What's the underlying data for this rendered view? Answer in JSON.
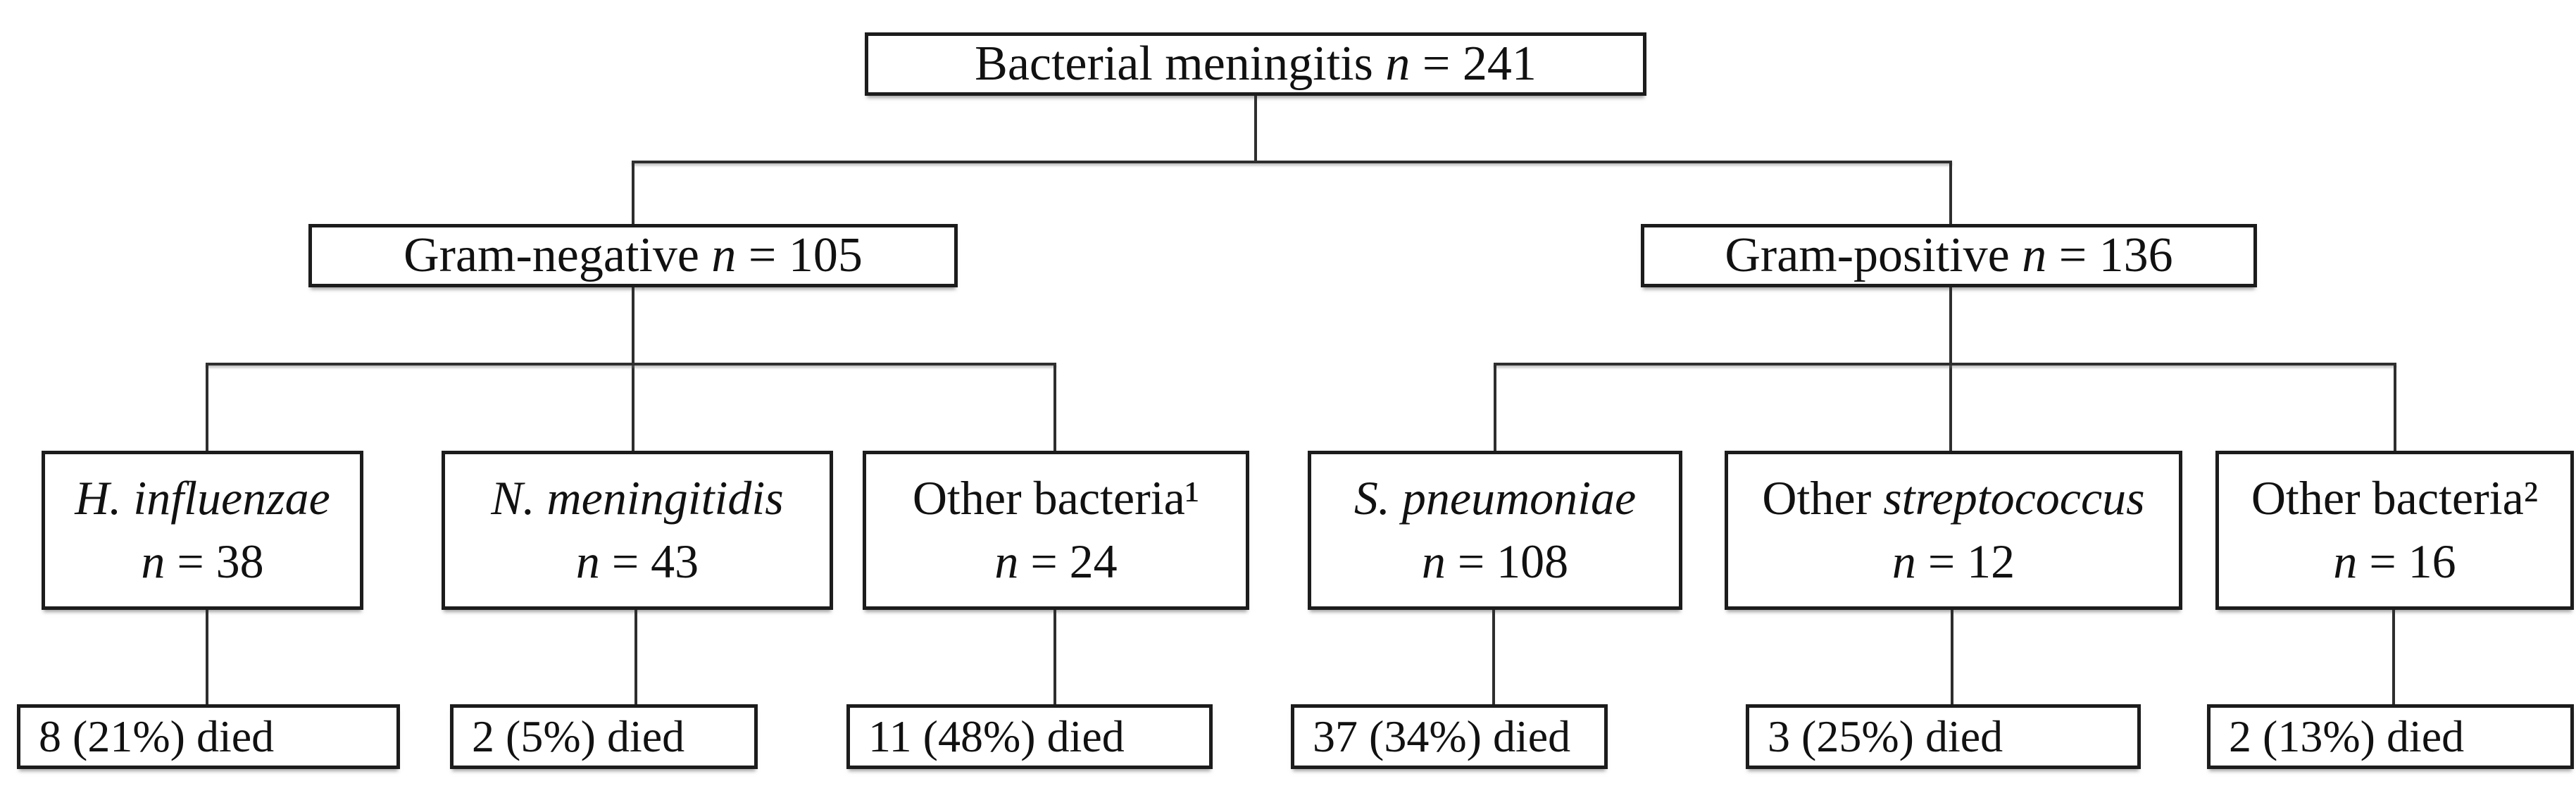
{
  "figure_colors": {
    "background": "#ffffff",
    "box_border": "#1c1c1c",
    "connector_line": "#2e2e2e",
    "text": "#111111"
  },
  "tree": {
    "root": {
      "label": "Bacterial meningitis ",
      "n_var": "n",
      "n_value": " = 241"
    },
    "level2": [
      {
        "label": "Gram-negative ",
        "n_var": "n",
        "n_value": " = 105"
      },
      {
        "label": "Gram-positive ",
        "n_var": "n",
        "n_value": " = 136"
      }
    ],
    "level3": [
      {
        "prefix_roman": "",
        "species_italic": "H. influenzae",
        "n_var": "n",
        "n_value": " = 38"
      },
      {
        "prefix_roman": "",
        "species_italic": "N. meningitidis",
        "n_var": "n",
        "n_value": " = 43"
      },
      {
        "prefix_roman": "Other bacteria¹",
        "species_italic": "",
        "n_var": "n",
        "n_value": " = 24"
      },
      {
        "prefix_roman": "",
        "species_italic": "S. pneumoniae",
        "n_var": "n",
        "n_value": " = 108"
      },
      {
        "prefix_roman": "Other ",
        "species_italic": "streptococcus",
        "n_var": "n",
        "n_value": " = 12"
      },
      {
        "prefix_roman": "Other bacteria²",
        "species_italic": "",
        "n_var": "n",
        "n_value": " = 16"
      }
    ],
    "outcomes": [
      "8 (21%) died",
      "2 (5%) died",
      "11 (48%) died",
      "37 (34%) died",
      "3 (25%) died",
      "2 (13%) died"
    ]
  }
}
